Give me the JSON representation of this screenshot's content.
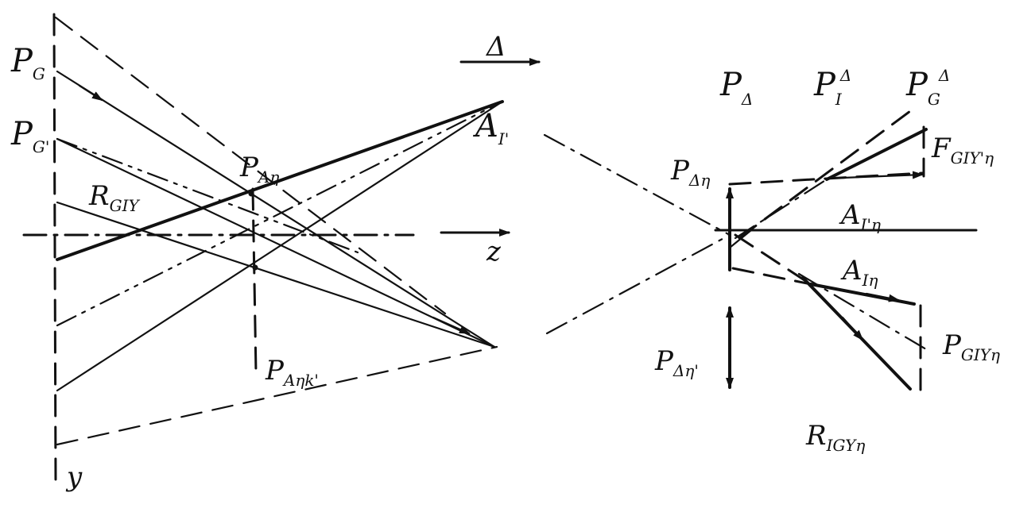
{
  "labels": {
    "pg": {
      "main": "P",
      "sub": "G"
    },
    "pg_prime": {
      "main": "P",
      "sub": "G'"
    },
    "r_giy": {
      "main": "R",
      "sub": "GIY"
    },
    "p_ah": {
      "main": "P",
      "sub": "Aη"
    },
    "p_ahk": {
      "main": "P",
      "sub": "Aηk'"
    },
    "a_i_prime": {
      "main": "A",
      "sub": "I'"
    },
    "delta": "Δ",
    "z_axis": "z",
    "y_axis": "y",
    "p_delta": {
      "main": "P",
      "sub": "Δ"
    },
    "p_i_delta": {
      "main": "P",
      "sub": "I",
      "sup": "Δ"
    },
    "p_g_delta": {
      "main": "P",
      "sub": "G",
      "sup": "Δ"
    },
    "p_delta_eta": {
      "main": "P",
      "sub": "Δη"
    },
    "p_delta_eta_prime": {
      "main": "P",
      "sub": "Δη'"
    },
    "f_giy_eta": {
      "main": "F",
      "sub": "GIY'η"
    },
    "a_i_prime_eta": {
      "main": "A",
      "sub": "I'η"
    },
    "a_i_eta": {
      "main": "A",
      "sub": "Iη"
    },
    "p_giy_eta": {
      "main": "P",
      "sub": "GIYη"
    },
    "r_igy_eta": {
      "main": "R",
      "sub": "IGYη"
    }
  }
}
